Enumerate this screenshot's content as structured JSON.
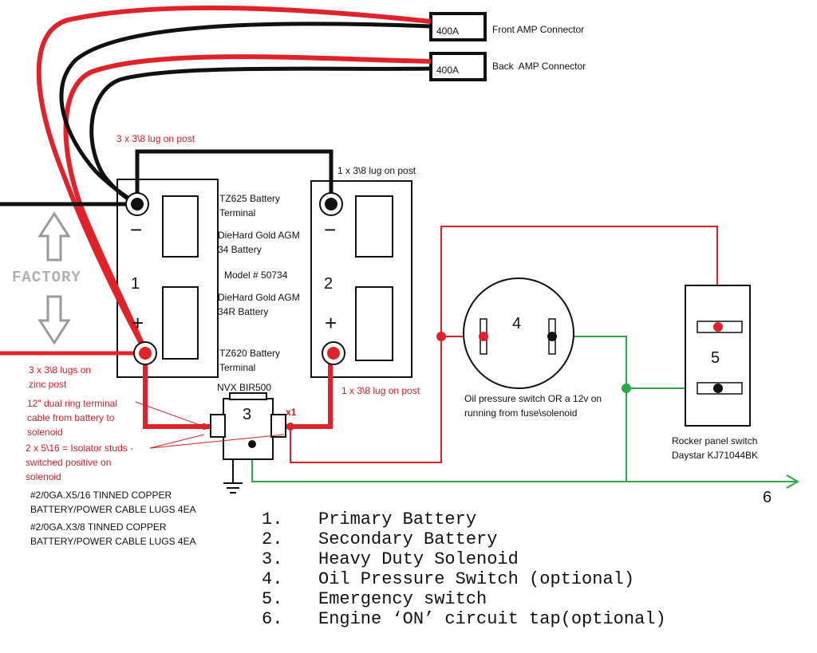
{
  "colors": {
    "positive_wire": "#e0232b",
    "negative_wire": "#111111",
    "signal_wire": "#2aa84a",
    "red_text": "#d01f27",
    "arrow_gray": "#9a9a9a"
  },
  "connectors": {
    "front": {
      "rating": "400A",
      "label": "Front AMP Connector"
    },
    "back": {
      "rating": "400A",
      "label": "Back  AMP Connector"
    }
  },
  "batteries": {
    "primary": {
      "number": "1",
      "neg_symbol": "−",
      "pos_symbol": "+",
      "neg_post_label": "3 x 3\\8 lug on post",
      "pos_post_label_lines": [
        "3 x 3\\8 lugs on",
        "zinc post"
      ],
      "neg_terminal_lines": [
        "TZ625 Battery",
        "Terminal"
      ],
      "pos_terminal_lines": [
        "TZ620 Battery",
        "Terminal"
      ],
      "battery_lines": [
        "DieHard Gold AGM",
        "34 Battery"
      ]
    },
    "secondary": {
      "number": "2",
      "neg_symbol": "−",
      "pos_symbol": "+",
      "neg_post_label": "1 x 3\\8 lug on post",
      "pos_post_label": "1 x 3\\8 lug on post",
      "battery_lines": [
        "DieHard Gold AGM",
        "34R Battery"
      ]
    },
    "model": "Model # 50734"
  },
  "factory_label": "FACTORY",
  "solenoid": {
    "number": "3",
    "model": "NVX BIR500",
    "terminal_label": "x1",
    "cable_label_lines": [
      "12\" dual ring terminal",
      "cable from battery to",
      "solenoid"
    ],
    "stud_label_lines": [
      "2 x 5\\16 = Isolator studs -",
      "switched positive on",
      "solenoid"
    ]
  },
  "lug_notes": [
    [
      "#2/0GA.X5/16 TINNED COPPER",
      "BATTERY/POWER CABLE LUGS 4EA"
    ],
    [
      "#2/0GA.X3/8 TINNED COPPER",
      "BATTERY/POWER CABLE LUGS 4EA"
    ]
  ],
  "oil_switch": {
    "number": "4",
    "label_lines": [
      "Oil pressure switch OR a 12v on",
      "running from fuse\\solenoid"
    ]
  },
  "rocker_switch": {
    "number": "5",
    "label_lines": [
      "Rocker panel switch",
      "Daystar KJ71044BK"
    ]
  },
  "engine_tap_number": "6",
  "legend": [
    {
      "num": "1.",
      "text": "Primary Battery"
    },
    {
      "num": "2.",
      "text": "Secondary Battery"
    },
    {
      "num": "3.",
      "text": "Heavy Duty Solenoid"
    },
    {
      "num": "4.",
      "text": "Oil Pressure Switch (optional)"
    },
    {
      "num": "5.",
      "text": "Emergency switch"
    },
    {
      "num": "6.",
      "text": "Engine ‘ON’ circuit tap(optional)"
    }
  ]
}
